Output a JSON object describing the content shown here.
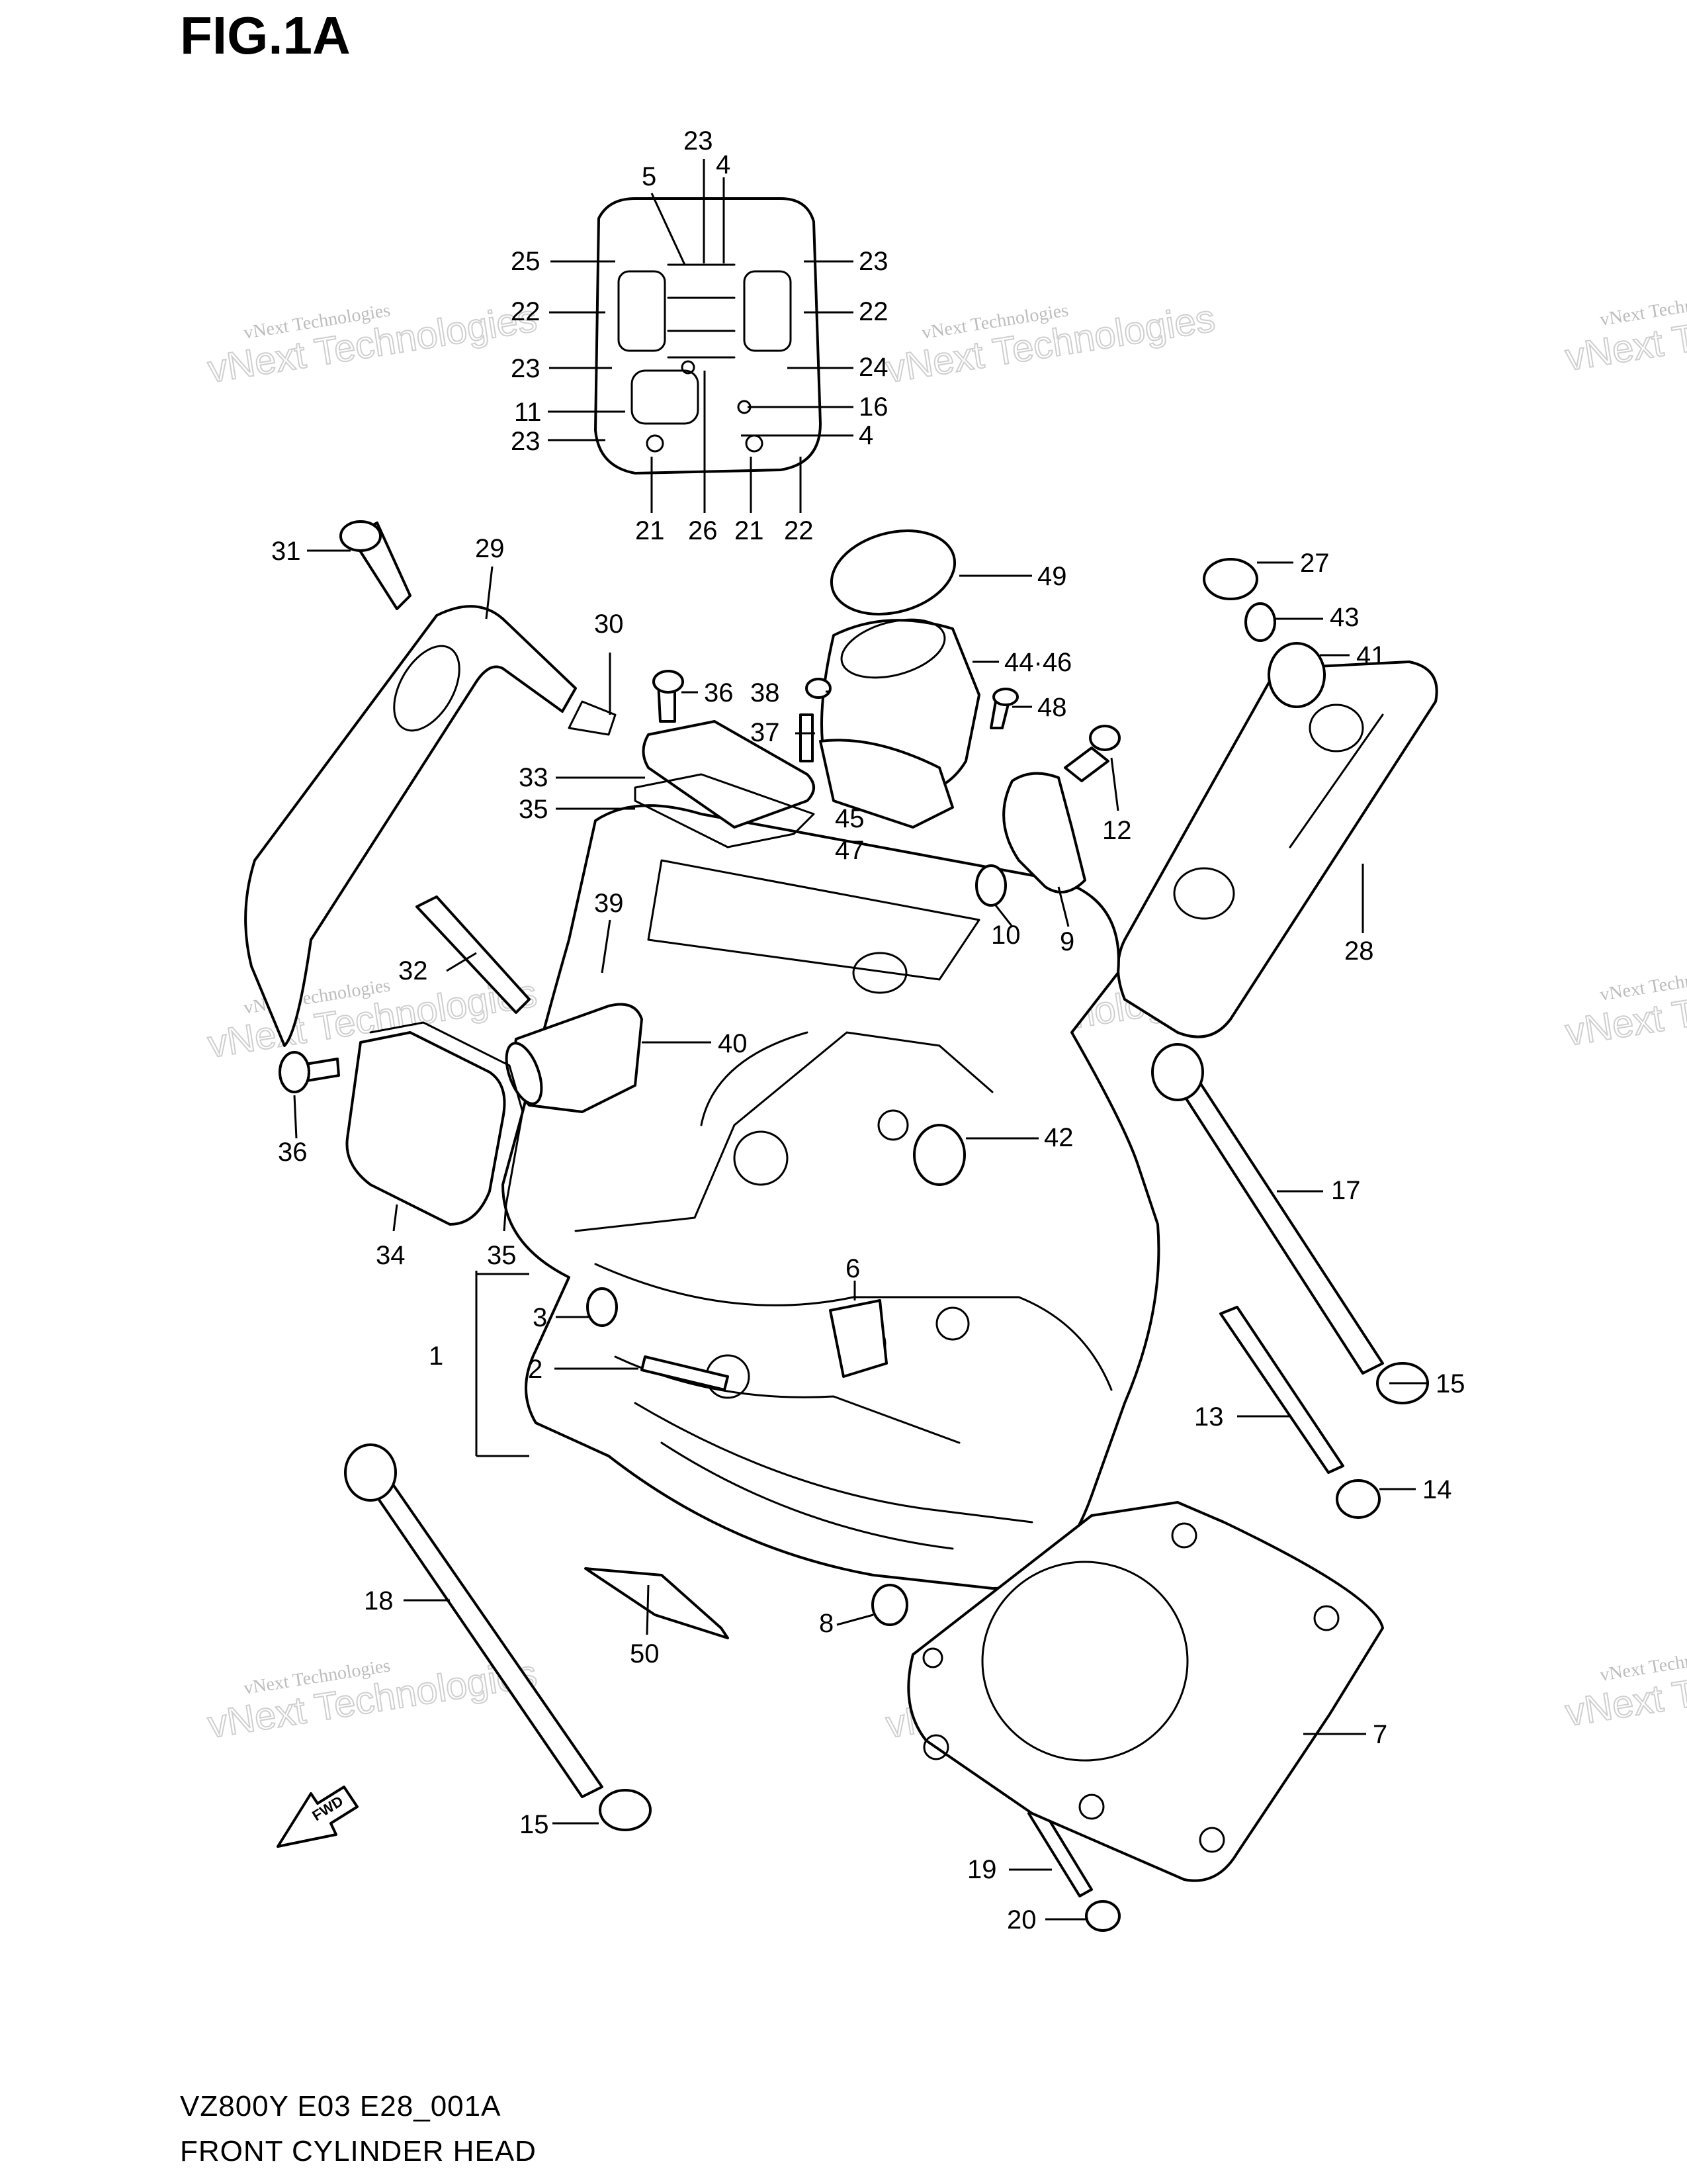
{
  "figure": {
    "title": "FIG.1A",
    "model_code": "VZ800Y E03 E28_001A",
    "section_name": "FRONT CYLINDER HEAD"
  },
  "watermark": {
    "line1": "vNext Technologies",
    "line2": "vNext Technologies"
  },
  "fwd_label": "FWD",
  "callouts": [
    "23",
    "4",
    "5",
    "25",
    "23",
    "22",
    "22",
    "23",
    "24",
    "11",
    "16",
    "23",
    "4",
    "21",
    "26",
    "21",
    "22",
    "31",
    "29",
    "49",
    "27",
    "43",
    "41",
    "30",
    "44·46",
    "36",
    "38",
    "48",
    "37",
    "33",
    "12",
    "35",
    "45",
    "47",
    "39",
    "9",
    "10",
    "32",
    "28",
    "40",
    "36",
    "42",
    "17",
    "34",
    "35",
    "6",
    "3",
    "1",
    "15",
    "2",
    "13",
    "14",
    "18",
    "8",
    "7",
    "50",
    "15",
    "19",
    "20"
  ]
}
